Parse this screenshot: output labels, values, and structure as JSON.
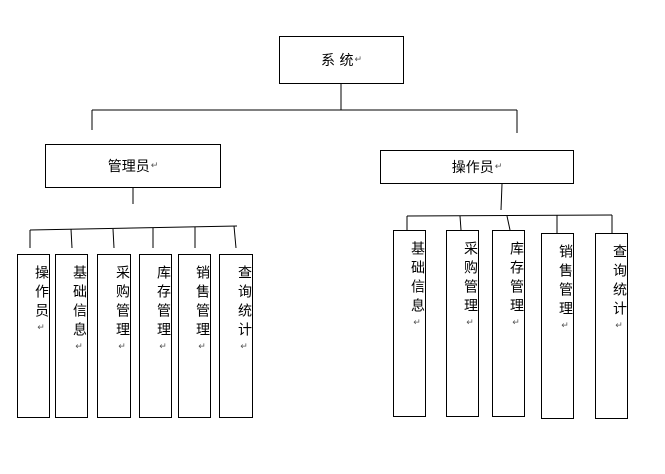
{
  "root": {
    "label": "系 统"
  },
  "branches": [
    {
      "label": "管理员",
      "children": [
        "操作员",
        "基础信息",
        "采购管理",
        "库存管理",
        "销售管理",
        "查询统计"
      ]
    },
    {
      "label": "操作员",
      "children": [
        "基础信息",
        "采购管理",
        "库存管理",
        "销售管理",
        "查询统计"
      ]
    }
  ],
  "paragraph_mark": "↵"
}
